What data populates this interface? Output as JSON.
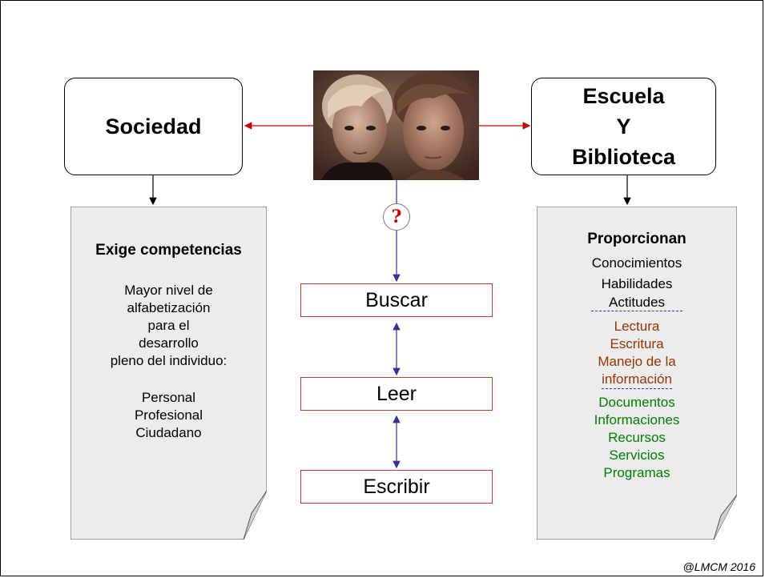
{
  "left_box": {
    "label": "Sociedad"
  },
  "right_box": {
    "lines": [
      "Escuela",
      "Y",
      "Biblioteca"
    ]
  },
  "question_mark": "?",
  "left_doc": {
    "heading": "Exige competencias",
    "lines": [
      "Mayor nivel de",
      "alfabetización",
      "para el",
      "desarrollo",
      "pleno del individuo:"
    ],
    "items": [
      "Personal",
      "Profesional",
      "Ciudadano"
    ]
  },
  "actions": [
    "Buscar",
    "Leer",
    "Escribir"
  ],
  "right_doc": {
    "heading": "Proporcionan",
    "group1": [
      "Conocimientos",
      "Habilidades",
      "Actitudes"
    ],
    "group2": [
      "Lectura",
      "Escritura",
      "Manejo de la",
      "información"
    ],
    "group3": [
      "Documentos",
      "Informaciones",
      "Recursos",
      "Servicios",
      "Programas"
    ]
  },
  "credit": "@LMCM 2016",
  "colors": {
    "arrow_red": "#cc0000",
    "arrow_blue": "#333399",
    "doc_fill": "#ececec",
    "red_text": "#993300",
    "green_text": "#008000"
  }
}
